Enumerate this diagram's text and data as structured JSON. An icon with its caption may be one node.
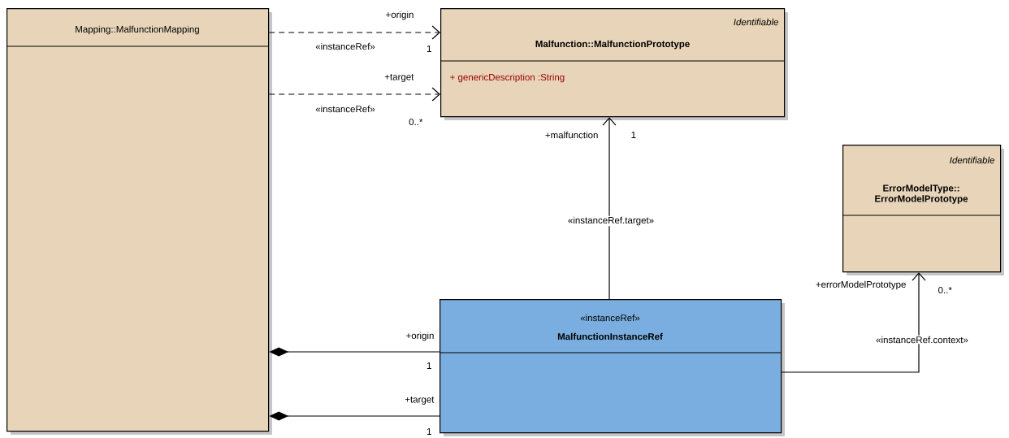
{
  "diagram": {
    "nodes": [
      {
        "text": [
          "Mapping::MalfunctionMapping"
        ]
      },
      {
        "text": [
          "Identifiable",
          "Malfunction::MalfunctionPrototype",
          "+ genericDescription :String"
        ]
      },
      {
        "text": [
          "Identifiable",
          "ErrorModelType:: ErrorModelPrototype"
        ]
      },
      {
        "text": [
          "«instanceRef»",
          "MalfunctionInstanceRef"
        ]
      }
    ],
    "edges": [
      {
        "from": 0,
        "to": 1,
        "arrow": "to",
        "style": "dashed",
        "label": "«instanceRef»"
      },
      {
        "from": 0,
        "to": 1,
        "arrow": "to",
        "style": "dashed",
        "label": "«instanceRef»"
      },
      {
        "from": 3,
        "to": 1,
        "arrow": "to",
        "label": "«instanceRef.target»"
      },
      {
        "from": 3,
        "to": 2,
        "arrow": "to",
        "label": "«instanceRef.context»"
      },
      {
        "from": 3,
        "to": 0,
        "arrow": "other"
      },
      {
        "from": 3,
        "to": 0,
        "arrow": "other"
      }
    ],
    "labels": [
      "+origin",
      "1",
      "+target",
      "0..*",
      "+malfunction",
      "1",
      "+errorModelPrototype",
      "0..*",
      "+origin",
      "1",
      "+target",
      "1"
    ]
  }
}
